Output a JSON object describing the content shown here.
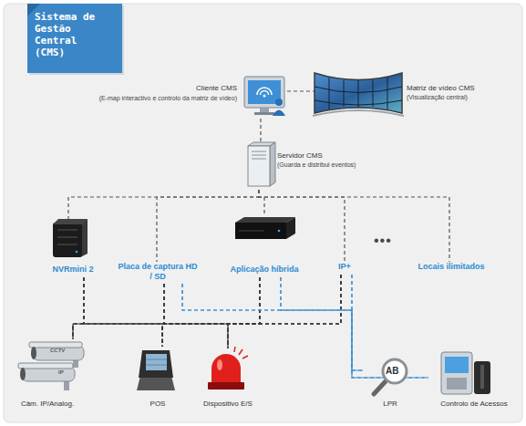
{
  "diagram": {
    "title": "Sistema de Gestão Central (CMS)",
    "nodes": [
      {
        "text": [
          "Cliente CMS",
          "(E-map interactivo e controlo da matriz de vídeo)"
        ]
      },
      {
        "text": [
          "Matriz de vídeo CMS",
          "(Visualização central)"
        ]
      },
      {
        "text": [
          "Servidor CMS",
          "(Guarda e distribui eventos)"
        ]
      },
      {
        "text": [
          "NVRmini 2"
        ]
      },
      {
        "text": [
          "Placa de captura HD / SD"
        ]
      },
      {
        "text": [
          "Aplicação híbrida"
        ]
      },
      {
        "text": [
          "IP+"
        ]
      },
      {
        "text": [
          "Locais ilimitados"
        ]
      },
      {
        "text": [
          "Câm. IP/Analog."
        ]
      },
      {
        "text": [
          "POS"
        ]
      },
      {
        "text": [
          "Dispositivo E/S"
        ]
      },
      {
        "text": [
          "LPR"
        ]
      },
      {
        "text": [
          "Controlo de Acessos"
        ]
      }
    ],
    "edges": [
      {
        "from": 0,
        "to": 1,
        "arrow": "none"
      },
      {
        "from": 0,
        "to": 2,
        "arrow": "none"
      },
      {
        "from": 2,
        "to": 3,
        "arrow": "none"
      },
      {
        "from": 2,
        "to": 4,
        "arrow": "none"
      },
      {
        "from": 2,
        "to": 5,
        "arrow": "none"
      },
      {
        "from": 2,
        "to": 6,
        "arrow": "none"
      },
      {
        "from": 2,
        "to": 7,
        "arrow": "none"
      },
      {
        "from": 3,
        "to": 8,
        "arrow": "none"
      },
      {
        "from": 3,
        "to": 9,
        "arrow": "none"
      },
      {
        "from": 3,
        "to": 10,
        "arrow": "none"
      },
      {
        "from": 4,
        "to": 8,
        "arrow": "none"
      },
      {
        "from": 4,
        "to": 9,
        "arrow": "none"
      },
      {
        "from": 4,
        "to": 10,
        "arrow": "none"
      },
      {
        "from": 5,
        "to": 8,
        "arrow": "none"
      },
      {
        "from": 5,
        "to": 9,
        "arrow": "none"
      },
      {
        "from": 5,
        "to": 10,
        "arrow": "none"
      },
      {
        "from": 6,
        "to": 8,
        "arrow": "none"
      },
      {
        "from": 6,
        "to": 9,
        "arrow": "none"
      },
      {
        "from": 6,
        "to": 10,
        "arrow": "none"
      },
      {
        "from": 4,
        "to": 11,
        "arrow": "none"
      },
      {
        "from": 4,
        "to": 12,
        "arrow": "none"
      },
      {
        "from": 5,
        "to": 11,
        "arrow": "none"
      },
      {
        "from": 5,
        "to": 12,
        "arrow": "none"
      },
      {
        "from": 6,
        "to": 11,
        "arrow": "none"
      },
      {
        "from": 6,
        "to": 12,
        "arrow": "none"
      }
    ],
    "labels": [
      "•••",
      "CCTV",
      "IP",
      "AB"
    ]
  }
}
